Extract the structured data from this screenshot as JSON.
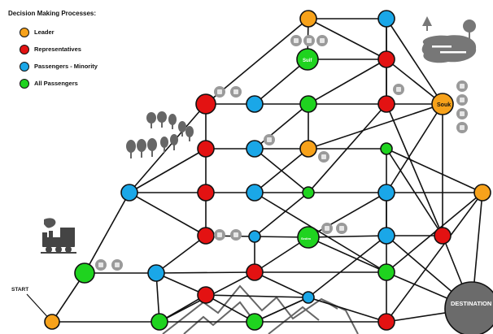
{
  "legend": {
    "title": "Decision Making Processes:",
    "items": [
      {
        "label": "Leader",
        "color": "#f7a21b"
      },
      {
        "label": "Representatives",
        "color": "#e31212"
      },
      {
        "label": "Passengers - Minority",
        "color": "#1aa7e8"
      },
      {
        "label": "All Passengers",
        "color": "#1fd31f"
      }
    ]
  },
  "labels": {
    "start": "START",
    "destination": "DESTINATION",
    "souk": "Souk",
    "suif": "Suif",
    "node_small": "Sedim"
  },
  "colors": {
    "edge": "#111111",
    "destination": "#6b6b6b",
    "icon": "#7a7a7a",
    "mountain": "#666666"
  },
  "icons": [
    "train-icon",
    "forest-icon",
    "lake-icon",
    "mountain-icon",
    "food-icon",
    "toilet-icon",
    "shopping-icon",
    "transport-icon"
  ]
}
